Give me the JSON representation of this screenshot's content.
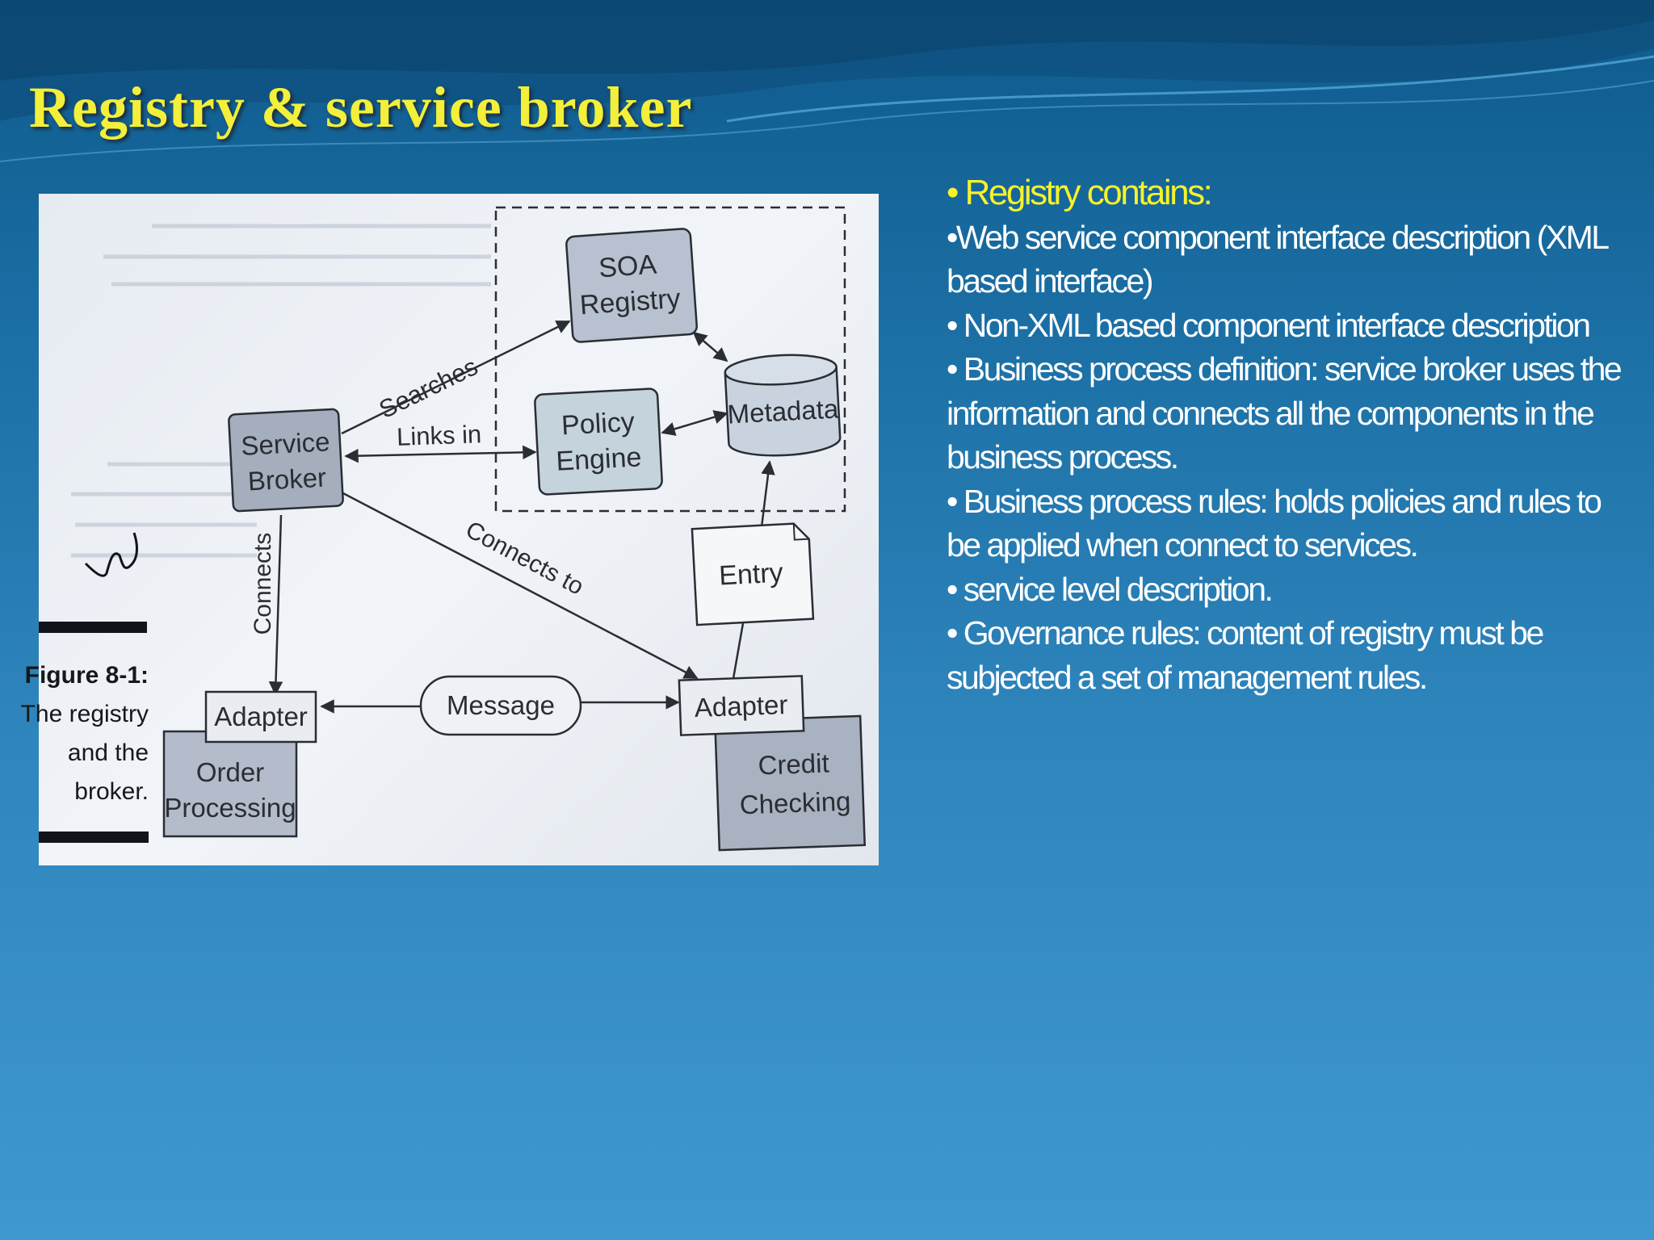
{
  "slide": {
    "title": "Registry & service broker",
    "colors": {
      "title": "#f3ef3a",
      "heading": "#f7f22a",
      "body_text": "#ffffff"
    }
  },
  "bullets": {
    "heading": "• Registry contains:",
    "lines": [
      "•Web service component interface description (XML based interface)",
      "• Non-XML based component interface description",
      "• Business process definition: service broker uses the information and connects all the components in the business process.",
      "• Business process rules: holds policies and rules to be applied when connect to services.",
      "• service level description.",
      "• Governance rules: content of registry must be subjected a set of management rules."
    ]
  },
  "diagram": {
    "nodes": {
      "soa_registry": [
        "SOA",
        "Registry"
      ],
      "policy_engine": [
        "Policy",
        "Engine"
      ],
      "metadata": "Metadata",
      "service_broker": [
        "Service",
        "Broker"
      ],
      "entry": "Entry",
      "adapter_left": "Adapter",
      "adapter_right": "Adapter",
      "message": "Message",
      "order_processing": [
        "Order",
        "Processing"
      ],
      "credit_checking": [
        "Credit",
        "Checking"
      ]
    },
    "edges": {
      "searches": "Searches",
      "links_in": "Links in",
      "connects_to": "Connects to",
      "connects": "Connects"
    },
    "caption": {
      "label": "Figure 8-1:",
      "text": [
        "The registry",
        "and the",
        "broker."
      ]
    }
  }
}
